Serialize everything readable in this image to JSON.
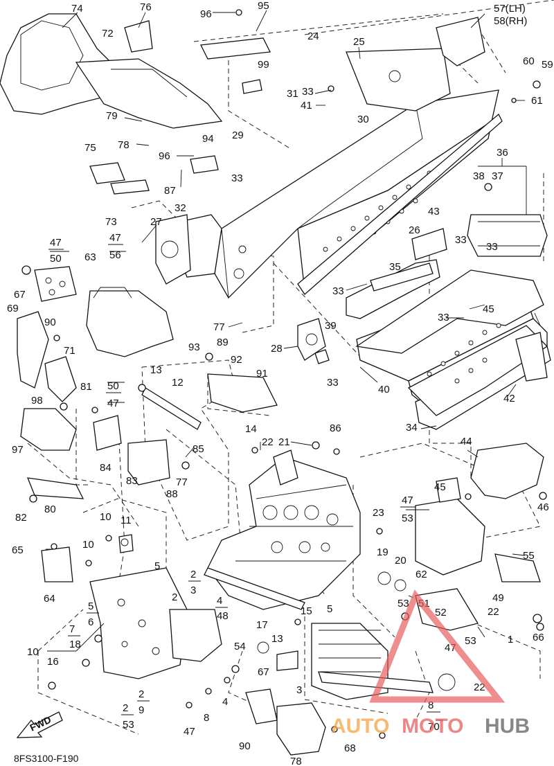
{
  "diagram_code": "8FS3100-F190",
  "fwd_label": "FWD",
  "watermark": {
    "part1": "AUTO",
    "part2": "MOTO",
    "part3": "HUB"
  },
  "colors": {
    "watermark_red": "#e65a5a",
    "watermark_orange": "#f4a23a",
    "watermark_gray": "#5a5a5a"
  },
  "callouts": [
    "74",
    "76",
    "96",
    "95",
    "57(LH)",
    "58(RH)",
    "72",
    "24",
    "25",
    "60",
    "59",
    "99",
    "31",
    "33",
    "41",
    "61",
    "79",
    "30",
    "78",
    "94",
    "29",
    "75",
    "96",
    "33",
    "36",
    "38",
    "37",
    "87",
    "32",
    "73",
    "27",
    "26",
    "43",
    "47",
    "50",
    "47",
    "56",
    "63",
    "33",
    "33",
    "35",
    "67",
    "69",
    "90",
    "77",
    "89",
    "33",
    "45",
    "33",
    "39",
    "28",
    "71",
    "93",
    "92",
    "91",
    "33",
    "40",
    "42",
    "13",
    "12",
    "50",
    "34",
    "81",
    "47",
    "98",
    "97",
    "14",
    "22",
    "21",
    "86",
    "44",
    "85",
    "84",
    "83",
    "77",
    "88",
    "45",
    "46",
    "82",
    "80",
    "47",
    "53",
    "23",
    "10",
    "11",
    "19",
    "20",
    "65",
    "55",
    "10",
    "5",
    "62",
    "49",
    "64",
    "2",
    "3",
    "5",
    "6",
    "2",
    "4",
    "48",
    "53",
    "51",
    "52",
    "22",
    "15",
    "5",
    "7",
    "18",
    "17",
    "13",
    "54",
    "53",
    "47",
    "1",
    "10",
    "16",
    "67",
    "66",
    "22",
    "3",
    "2",
    "9",
    "8",
    "4",
    "2",
    "53",
    "8",
    "47",
    "70",
    "90",
    "68",
    "78"
  ]
}
